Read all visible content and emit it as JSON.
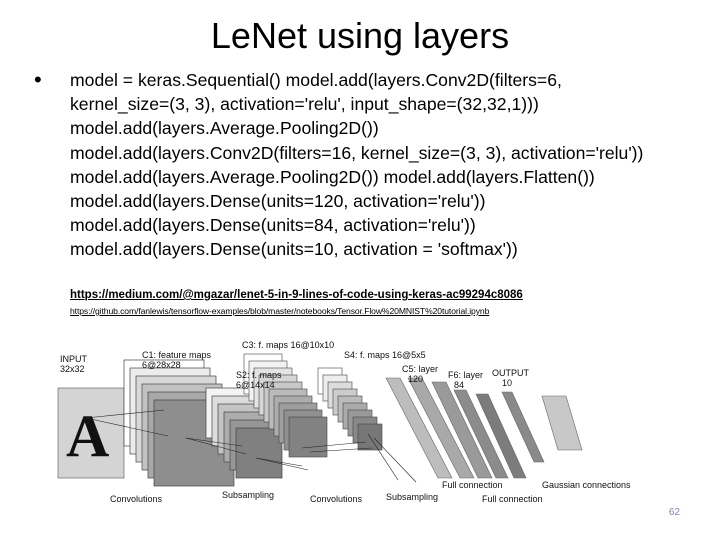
{
  "slide": {
    "title": "LeNet using layers",
    "bullet": "•",
    "code_lines": [
      "model = keras.Sequential() model.add(layers.Conv2D(filters=6,",
      "kernel_size=(3, 3), activation='relu', input_shape=(32,32,1)))",
      "model.add(layers.Average.Pooling2D())",
      "model.add(layers.Conv2D(filters=16, kernel_size=(3, 3), activation='relu'))",
      "model.add(layers.Average.Pooling2D()) model.add(layers.Flatten())",
      "model.add(layers.Dense(units=120, activation='relu'))",
      "model.add(layers.Dense(units=84, activation='relu'))",
      "model.add(layers.Dense(units=10, activation = 'softmax'))"
    ],
    "link1": "https://medium.com/@mgazar/lenet-5-in-9-lines-of-code-using-keras-ac99294c8086",
    "link2": "https://github.com/fanlewis/tensorflow-examples/blob/master/notebooks/Tensor.Flow%20MNIST%20tutorial.ipynb",
    "page_number": "62"
  },
  "figure": {
    "input_label": [
      "INPUT",
      "32x32"
    ],
    "c1_label": [
      "C1: feature maps",
      "6@28x28"
    ],
    "s2_label": [
      "S2: f. maps",
      "6@14x14"
    ],
    "c3_label": "C3: f. maps 16@10x10",
    "s4_label": "S4: f. maps 16@5x5",
    "c5_label": [
      "C5: layer",
      "120"
    ],
    "f6_label": [
      "F6: layer",
      "84"
    ],
    "output_label": [
      "OUTPUT",
      "10"
    ],
    "bottom_labels": {
      "convolutions_1": "Convolutions",
      "subsampling_1": "Subsampling",
      "convolutions_2": "Convolutions",
      "subsampling_2": "Subsampling",
      "full_connection_1": "Full connection",
      "full_connection_2": "Full connection",
      "gaussian": "Gaussian connections"
    },
    "input_glyph": "A"
  }
}
